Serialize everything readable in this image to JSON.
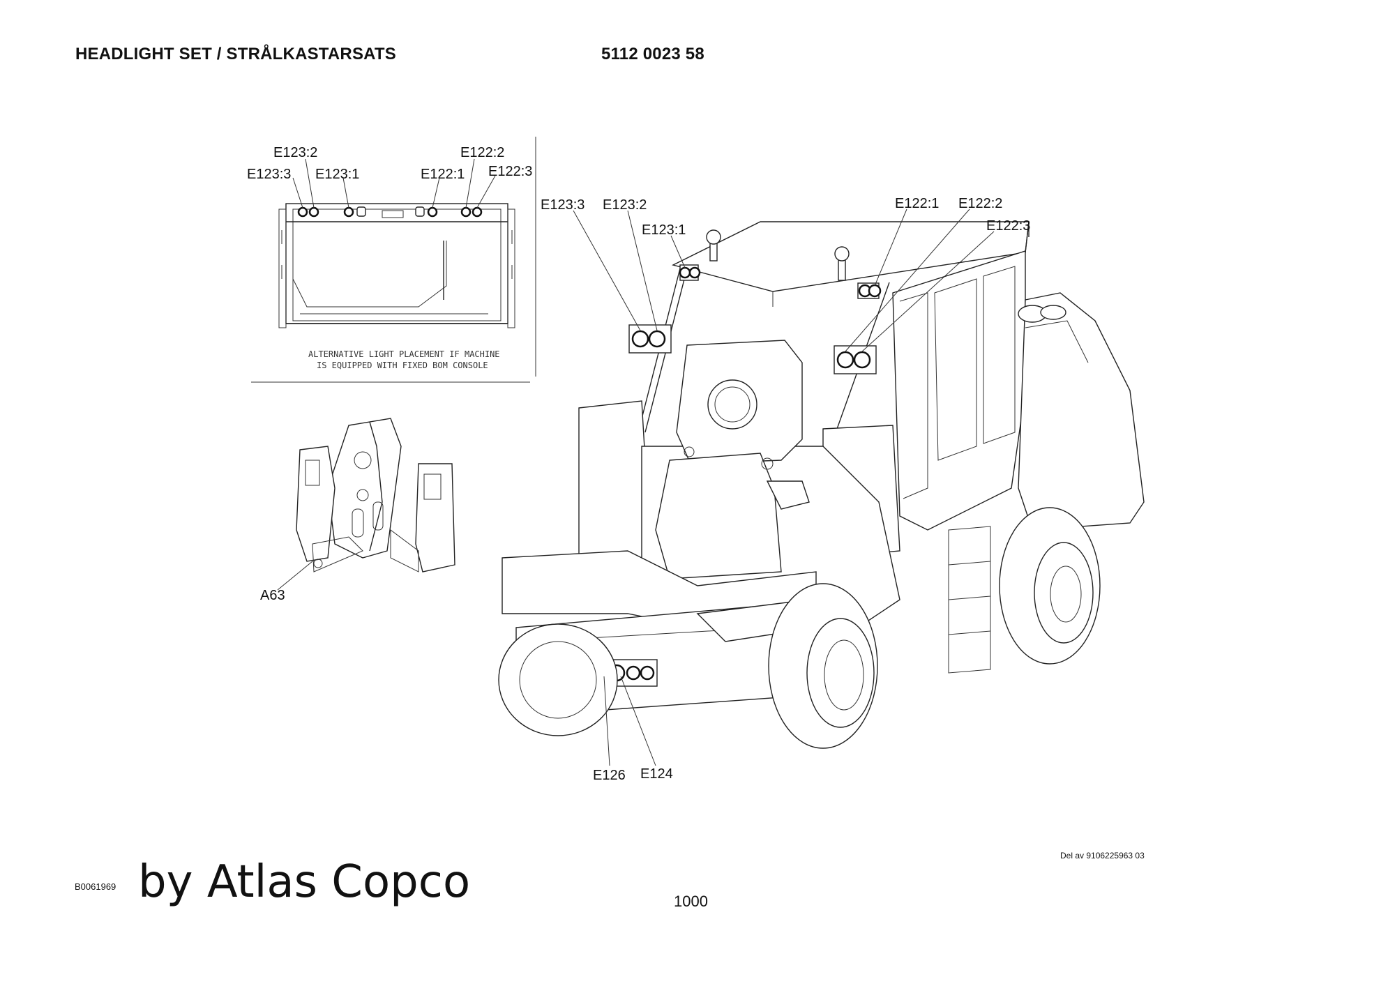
{
  "header": {
    "title": "HEADLIGHT SET / STRÅLKASTARSATS",
    "part_number": "5112 0023 58"
  },
  "inset": {
    "labels": {
      "e123_2": "E123:2",
      "e123_3": "E123:3",
      "e123_1": "E123:1",
      "e122_1": "E122:1",
      "e122_2": "E122:2",
      "e122_3": "E122:3"
    },
    "note_line1": "ALTERNATIVE LIGHT PLACEMENT IF MACHINE",
    "note_line2": "IS EQUIPPED WITH FIXED BOM CONSOLE"
  },
  "bracket": {
    "label": "A63"
  },
  "machine": {
    "labels": {
      "e123_3": "E123:3",
      "e123_2": "E123:2",
      "e123_1": "E123:1",
      "e122_1": "E122:1",
      "e122_2": "E122:2",
      "e122_3": "E122:3",
      "e126": "E126",
      "e124": "E124"
    }
  },
  "footer": {
    "drawing_number": "B0061969",
    "brand": "by Atlas Copco",
    "page_number": "1000",
    "part_of": "Del av 9106225963 03"
  }
}
